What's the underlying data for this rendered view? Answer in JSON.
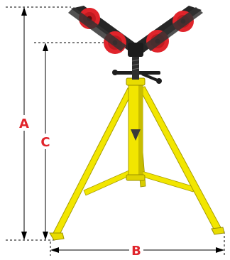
{
  "dimension_labels": {
    "a": "A",
    "b": "B",
    "c": "C"
  },
  "colors": {
    "label": "#e0242b",
    "leg_yellow": "#f2e600",
    "leg_shadow": "#b8ae00",
    "roller_red": "#e0242b",
    "roller_hub": "#8c1216",
    "frame_dark": "#2a2a2a",
    "dimension_line": "#000000"
  },
  "icons": {
    "product": "pipe-stand-icon"
  }
}
